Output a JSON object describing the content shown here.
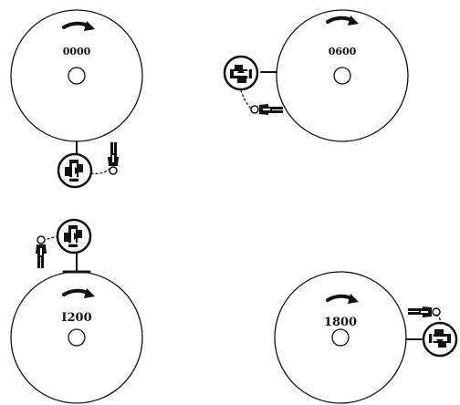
{
  "panels": [
    {
      "id": "p0000",
      "time": "0000"
    },
    {
      "id": "p0600",
      "time": "0600"
    },
    {
      "id": "p1200",
      "time": "I200"
    },
    {
      "id": "p1800",
      "time": "1800"
    }
  ],
  "colors": {
    "ink": "#111111",
    "background": "#ffffff"
  }
}
